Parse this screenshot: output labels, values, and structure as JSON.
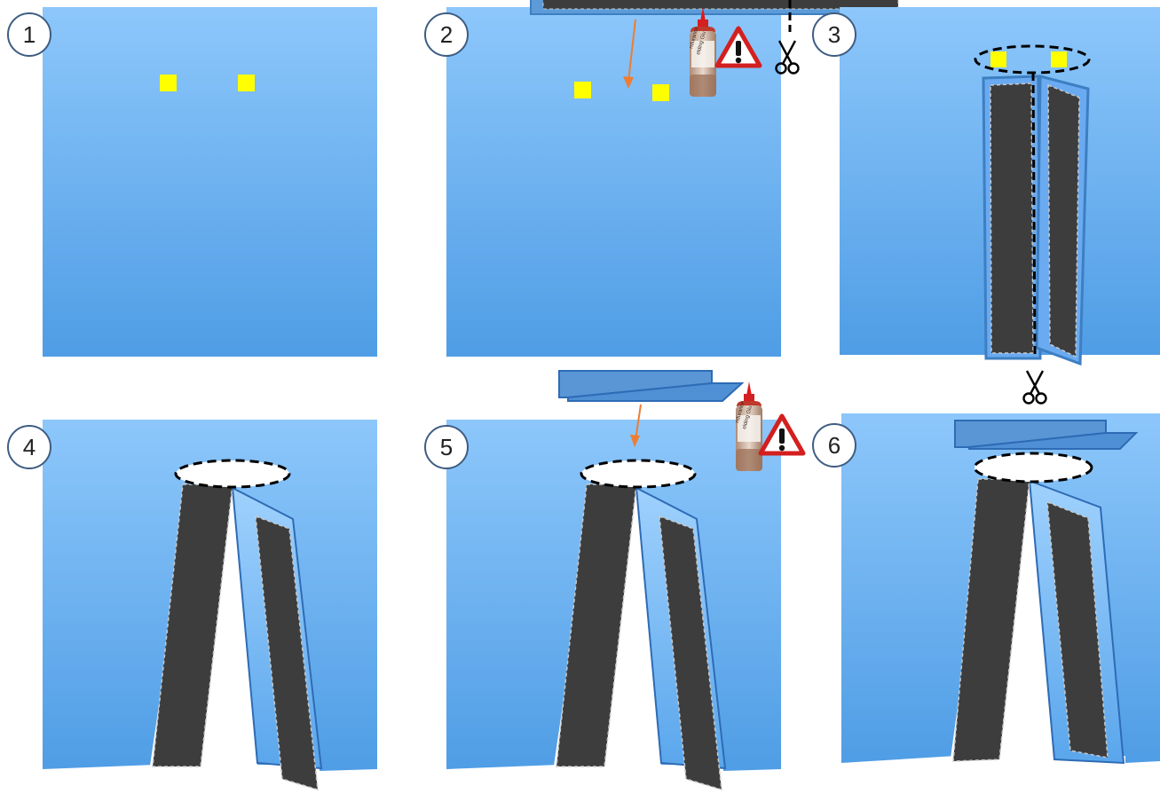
{
  "steps": [
    {
      "number": "1"
    },
    {
      "number": "2"
    },
    {
      "number": "3"
    },
    {
      "number": "4"
    },
    {
      "number": "5"
    },
    {
      "number": "6"
    }
  ],
  "bottle": {
    "label_line1": "ndurance",
    "label_line2": "elding Glu"
  },
  "colors": {
    "panel_top": "#8cc6fb",
    "panel_bottom": "#4f9de5",
    "panel_edge": "#4a8fd2",
    "strip_fill": "#3d3d3d",
    "marker_yellow": "#ffff00",
    "arrow_orange": "#ed7d31",
    "warning_red": "#e01b1b"
  },
  "icons": [
    "scissors-icon",
    "glue-bottle-icon",
    "warning-icon",
    "arrow-icon"
  ]
}
